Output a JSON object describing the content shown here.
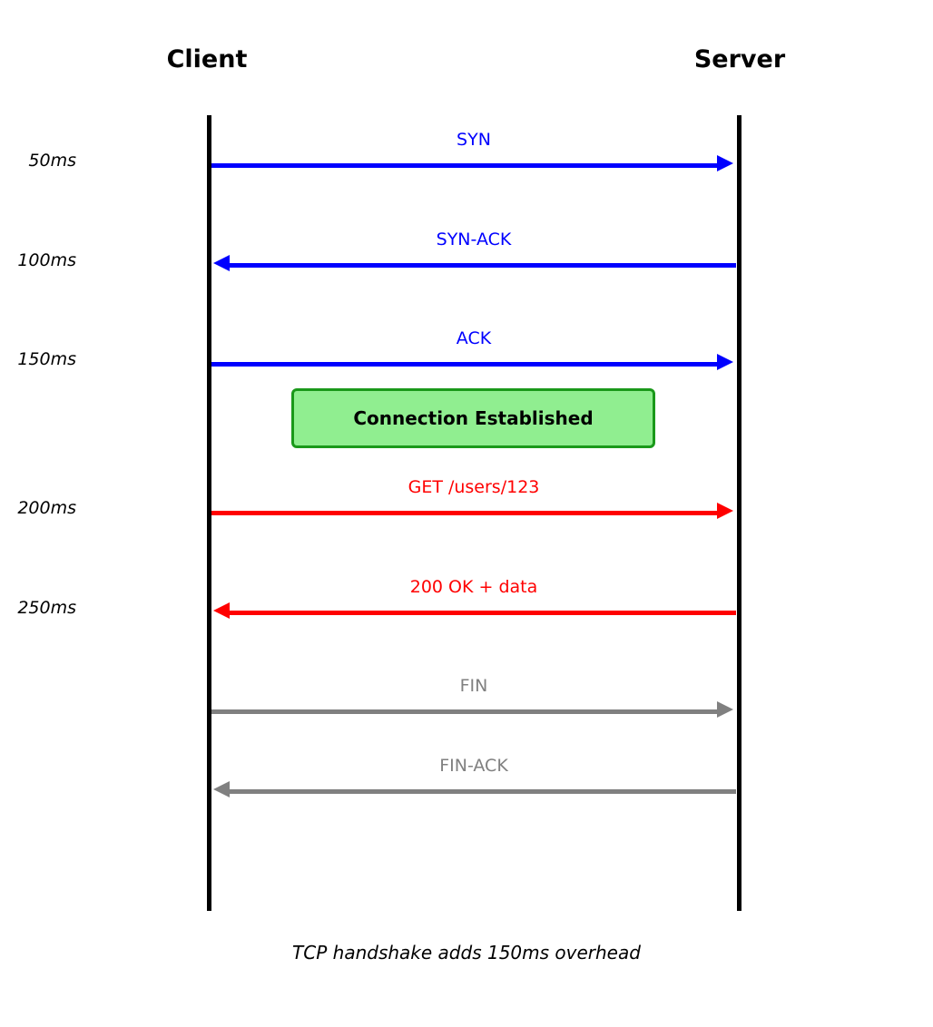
{
  "diagram": {
    "actor_left": "Client",
    "actor_right": "Server",
    "connection_box_label": "Connection Established",
    "caption": "TCP handshake adds 150ms overhead"
  },
  "messages": [
    {
      "label": "SYN",
      "time": "50ms",
      "direction": "right",
      "phase": "handshake"
    },
    {
      "label": "SYN-ACK",
      "time": "100ms",
      "direction": "left",
      "phase": "handshake"
    },
    {
      "label": "ACK",
      "time": "150ms",
      "direction": "right",
      "phase": "handshake"
    },
    {
      "label": "GET /users/123",
      "time": "200ms",
      "direction": "right",
      "phase": "request"
    },
    {
      "label": "200 OK + data",
      "time": "250ms",
      "direction": "left",
      "phase": "request"
    },
    {
      "label": "FIN",
      "time": "",
      "direction": "right",
      "phase": "teardown"
    },
    {
      "label": "FIN-ACK",
      "time": "",
      "direction": "left",
      "phase": "teardown"
    }
  ],
  "colors": {
    "handshake": "#0000ff",
    "request": "#ff0000",
    "teardown": "#808080",
    "box-fill": "#90ee90",
    "box-border": "#1a991a",
    "lifeline": "#000000",
    "text": "#000000"
  }
}
